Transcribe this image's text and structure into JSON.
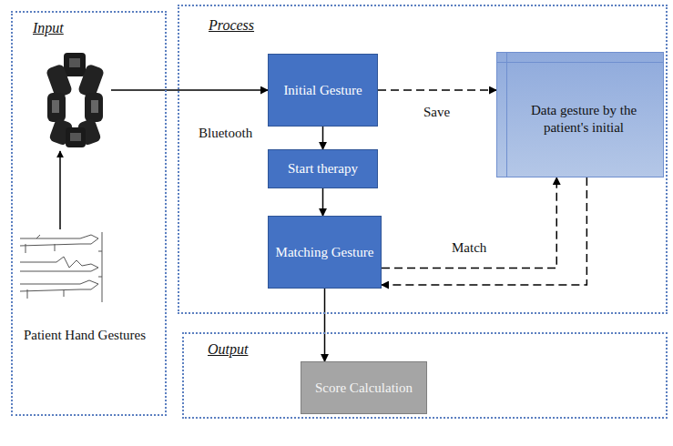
{
  "diagram": {
    "nodes": [
      {
        "text": [
          "Input"
        ]
      },
      {
        "text": [
          "Process"
        ]
      },
      {
        "text": [
          "Output"
        ]
      },
      {
        "text": [
          "Patient Hand Gestures"
        ],
        "in": 0
      },
      {
        "text": [
          "Initial Gesture"
        ],
        "in": 1
      },
      {
        "text": [
          "Data gesture by the patient's initial"
        ],
        "in": 1
      },
      {
        "text": [
          "Start therapy"
        ],
        "in": 1
      },
      {
        "text": [
          "Matching Gesture"
        ],
        "in": 1
      },
      {
        "text": [
          "Score Calculation"
        ],
        "in": 2
      }
    ],
    "edges": [
      {
        "from": 4,
        "to": 5,
        "arrow": "to",
        "label": "Save"
      },
      {
        "from": 4,
        "to": 6,
        "arrow": "to"
      },
      {
        "from": 6,
        "to": 7,
        "arrow": "to"
      },
      {
        "from": 7,
        "to": 5,
        "arrow": "to",
        "label": "Match"
      },
      {
        "from": 5,
        "to": 7,
        "arrow": "to"
      },
      {
        "from": 7,
        "to": 8,
        "arrow": "to"
      }
    ],
    "labels": [
      "Bluetooth"
    ]
  }
}
